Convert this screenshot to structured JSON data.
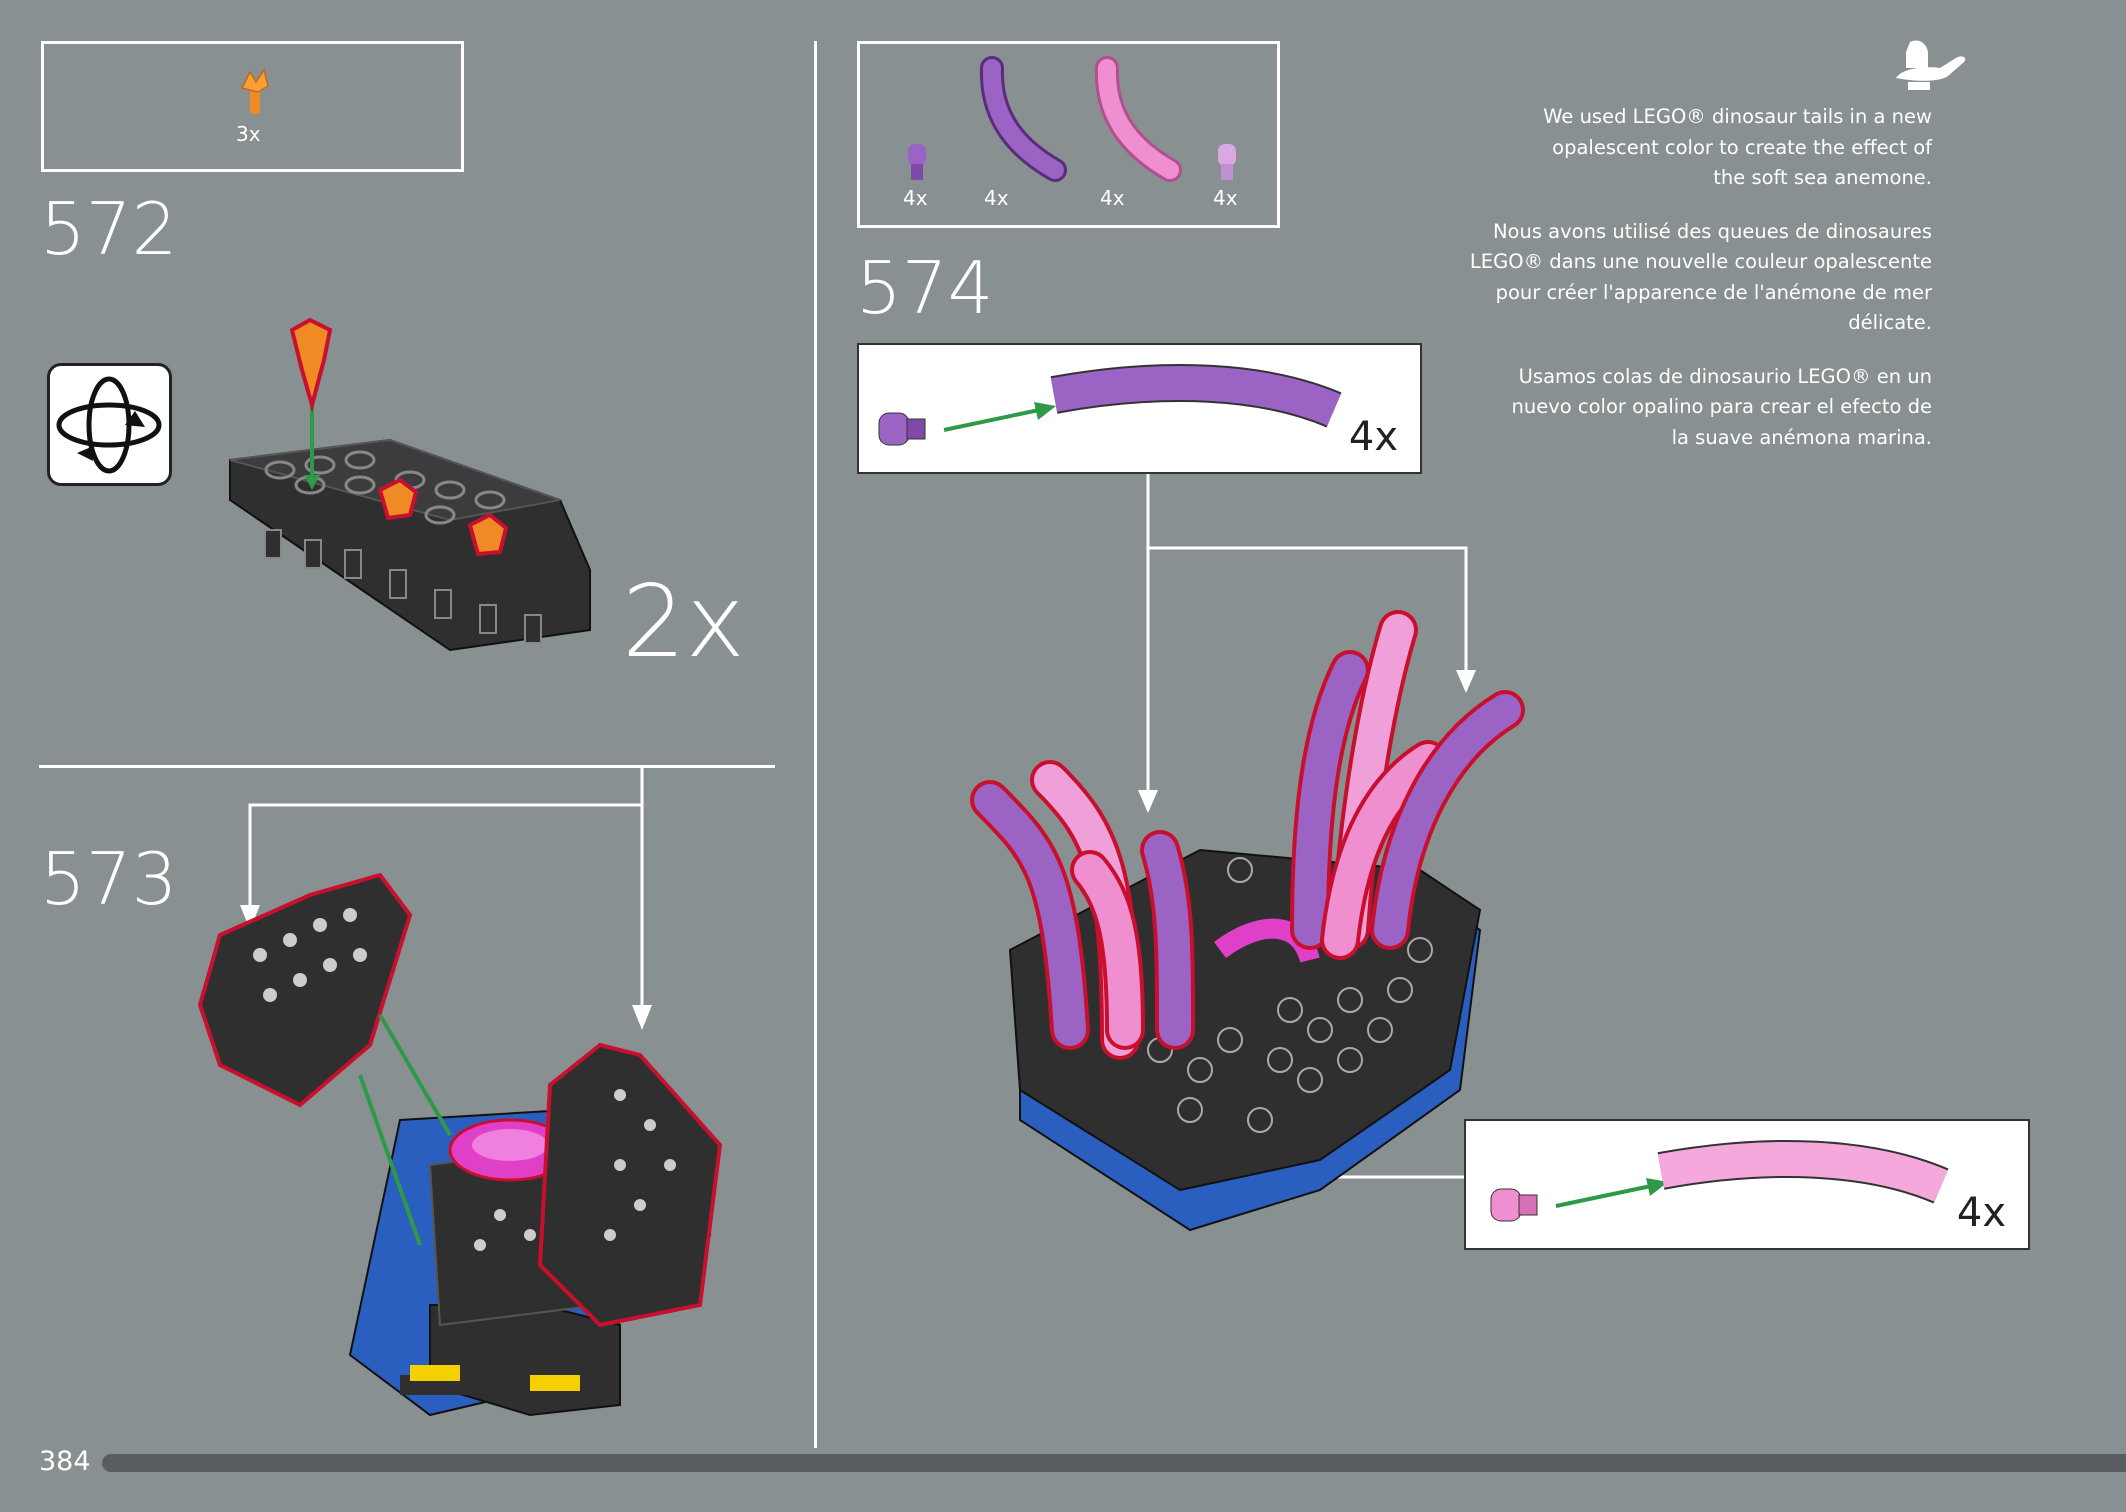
{
  "page_number": "384",
  "step_572": {
    "number": "572",
    "parts": [
      {
        "qty": "3x",
        "color": "#f08a24",
        "name": "orange-flower-part"
      }
    ],
    "multiplier": "2x",
    "icon": "rotate-model-icon"
  },
  "step_573": {
    "number": "573"
  },
  "step_574": {
    "number": "574",
    "parts": [
      {
        "qty": "4x",
        "color": "#9b63c4"
      },
      {
        "qty": "4x",
        "color": "#9b63c4"
      },
      {
        "qty": "4x",
        "color": "#ef8fd0"
      },
      {
        "qty": "4x",
        "color": "#d8a8e0"
      }
    ],
    "callout_purple": {
      "qty": "4x"
    },
    "callout_pink": {
      "qty": "4x"
    }
  },
  "note": {
    "icon": "genie-lamp-icon",
    "en": "We used LEGO® dinosaur tails in a new opalescent color to create the effect of the soft sea anemone.",
    "fr": "Nous avons utilisé des queues de dinosaures LEGO® dans une nouvelle couleur opalescente pour créer l'apparence de l'anémone de mer délicate.",
    "es": "Usamos colas de dinosaurio LEGO® en un nuevo color opalino para crear el efecto de la suave anémona marina."
  },
  "colors": {
    "background": "#899091",
    "progress_bar": "#5a5d5f",
    "dark_brick": "#2f2f30",
    "purple": "#9b63c4",
    "pink": "#ef8fd0",
    "magenta": "#e040c8",
    "blue": "#2a5fc0",
    "outline": "#c8102e",
    "arrow_green": "#2e9a48"
  }
}
